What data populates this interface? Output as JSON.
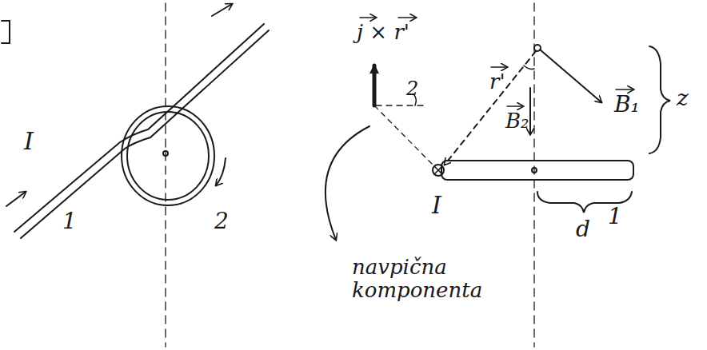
{
  "diagram": {
    "labels": [
      "I",
      "1",
      "2",
      "j × r'",
      "r'",
      "B₁",
      "B₂",
      "z",
      "2",
      "I",
      "1",
      "d",
      "navpična komponenta"
    ]
  }
}
